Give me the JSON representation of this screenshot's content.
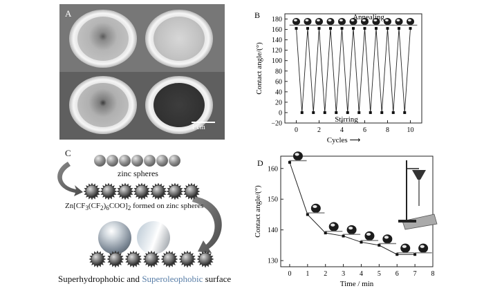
{
  "panels": {
    "A": {
      "label": "A",
      "scale": "1 cm"
    },
    "B": {
      "label": "B"
    },
    "C": {
      "label": "C",
      "caption1": "zinc spheres",
      "caption2_prefix": "Zn[CF",
      "caption2_sub1": "3",
      "caption2_mid1": "(CF",
      "caption2_sub2": "2",
      "caption2_mid2": ")",
      "caption2_sub3": "6",
      "caption2_mid3": "COO]",
      "caption2_sub4": "2",
      "caption2_suffix": " formed on zinc spheres",
      "caption3_a": "Superhydrophobic and ",
      "caption3_b": "Superoleophobic",
      "caption3_c": " surface"
    },
    "D": {
      "label": "D"
    }
  },
  "chart_data": [
    {
      "type": "line",
      "panel": "B",
      "xlabel": "Cycles",
      "ylabel": "Contact angle/(°)",
      "annotations": [
        "Annealing",
        "Stirring"
      ],
      "xlim": [
        -1,
        11
      ],
      "ylim": [
        -20,
        190
      ],
      "xticks": [
        "0",
        "2",
        "4",
        "6",
        "8",
        "10"
      ],
      "yticks": [
        "-20",
        "0",
        "20",
        "40",
        "60",
        "80",
        "100",
        "120",
        "140",
        "160",
        "180"
      ],
      "series": [
        {
          "x": [
            0,
            0.5,
            1,
            1.5,
            2,
            2.5,
            3,
            3.5,
            4,
            4.5,
            5,
            5.5,
            6,
            6.5,
            7,
            7.5,
            8,
            8.5,
            9,
            9.5,
            10
          ],
          "y": [
            162,
            0,
            162,
            0,
            162,
            0,
            162,
            0,
            162,
            0,
            162,
            0,
            162,
            0,
            162,
            0,
            162,
            0,
            162,
            0,
            162
          ]
        }
      ]
    },
    {
      "type": "line",
      "panel": "D",
      "xlabel": "Time / min",
      "ylabel": "Contact angle/(°)",
      "xlim": [
        -0.5,
        8
      ],
      "ylim": [
        128,
        164
      ],
      "xticks": [
        "0",
        "1",
        "2",
        "3",
        "4",
        "5",
        "6",
        "7",
        "8"
      ],
      "yticks": [
        "130",
        "140",
        "150",
        "160"
      ],
      "series": [
        {
          "x": [
            0,
            1,
            2,
            3,
            4,
            5,
            6,
            7
          ],
          "y": [
            162,
            145,
            139,
            138,
            136,
            135,
            132,
            132
          ]
        }
      ]
    }
  ]
}
